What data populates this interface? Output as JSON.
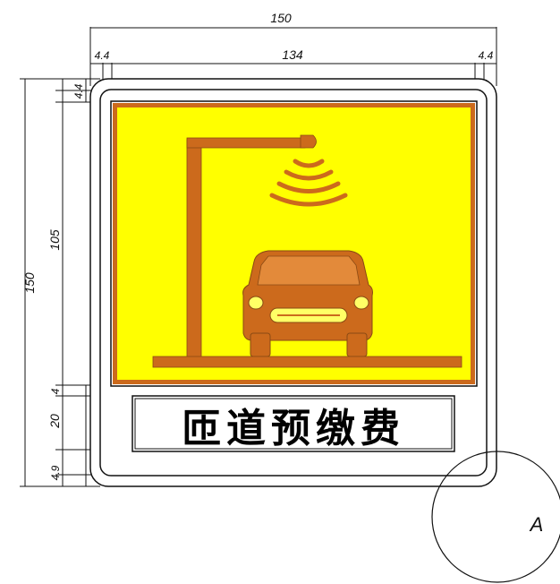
{
  "dimensions": {
    "overall_width": "150",
    "inner_width": "134",
    "margin_left": "4.4",
    "margin_right": "4.4",
    "overall_height": "150",
    "panel_height": "105",
    "top_margin": "4.4",
    "gap": "4",
    "text_band": "20",
    "bottom_margin": "4.9"
  },
  "sign": {
    "text": "匝道预缴费"
  },
  "detail": {
    "label": "A"
  },
  "colors": {
    "panel_yellow": "#ffff00",
    "symbol_orange": "#cc6a1c",
    "line": "#000000"
  }
}
